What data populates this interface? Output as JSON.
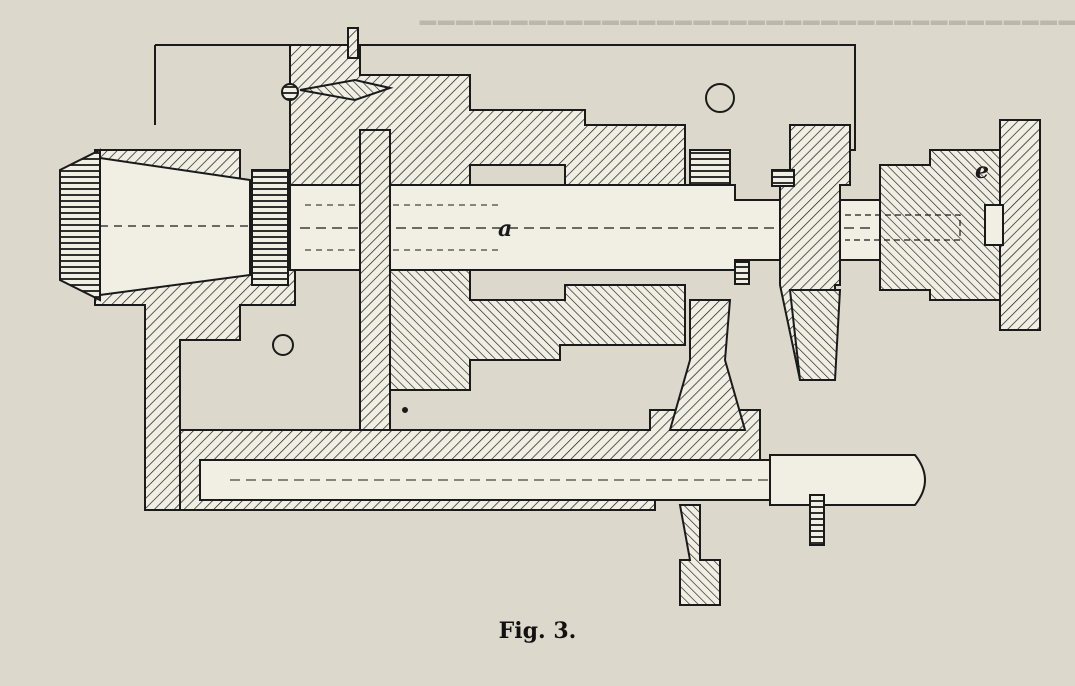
{
  "figure": {
    "caption": "Fig. 3.",
    "labels": {
      "spindle": "a",
      "chuck": "e"
    }
  },
  "colors": {
    "paper": "#dcd8cb",
    "ink": "#1a1a1a"
  }
}
